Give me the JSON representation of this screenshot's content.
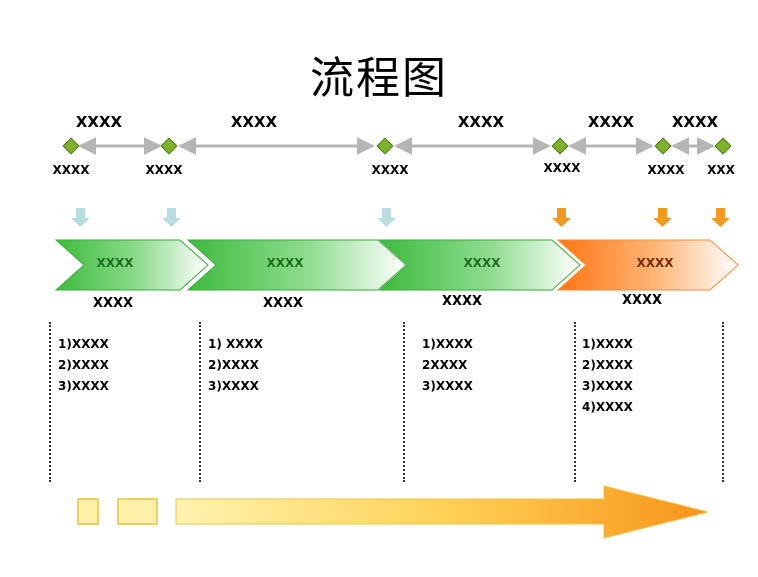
{
  "title": "流程图",
  "segment_labels": [
    "XXXX",
    "XXXX",
    "XXXX",
    "XXXX",
    "XXXX"
  ],
  "milestone_labels": [
    "XXXX",
    "XXXX",
    "XXXX",
    "XXXX",
    "XXXX",
    "XXX"
  ],
  "chevrons": [
    {
      "label": "XXXX",
      "under": "XXXX",
      "color": "#3fbf3f"
    },
    {
      "label": "XXXX",
      "under": "XXXX",
      "color": "#3fbf3f"
    },
    {
      "label": "XXXX",
      "under": "XXXX",
      "color": "#3fbf3f"
    },
    {
      "label": "XXXX",
      "under": "XXXX",
      "color": "#ff7a1a"
    }
  ],
  "columns": [
    [
      "1)XXXX",
      "2)XXXX",
      "3)XXXX"
    ],
    [
      "1) XXXX",
      "2)XXXX",
      "3)XXXX"
    ],
    [
      "1)XXXX",
      "2XXXX",
      "3)XXXX"
    ],
    [
      "1)XXXX",
      "2)XXXX",
      "3)XXXX",
      "4)XXXX"
    ]
  ],
  "colors": {
    "milestone": "#7db32a",
    "arrow_blue": "#b7dde0",
    "arrow_orange": "#f39a1e",
    "progress": "#f7a21b"
  }
}
